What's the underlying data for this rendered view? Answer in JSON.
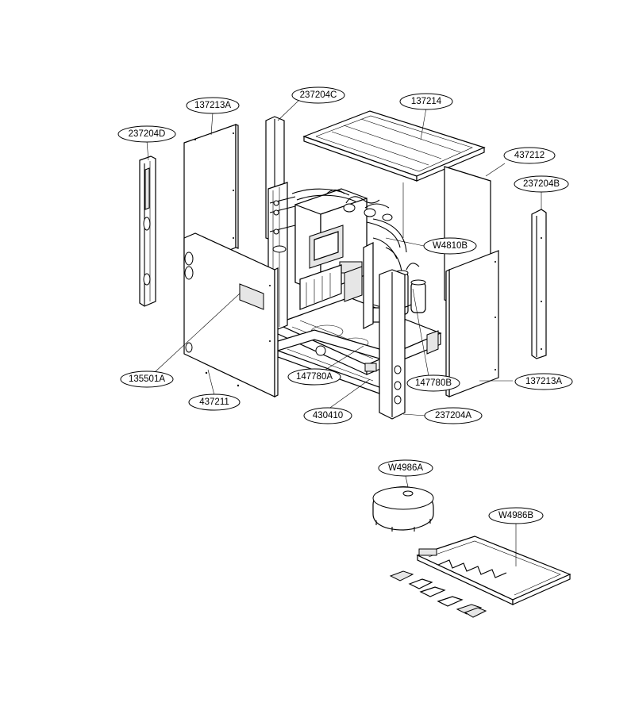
{
  "labels": {
    "p237204C": "237204C",
    "p137214": "137214",
    "p137213A_top": "137213A",
    "p237204D": "237204D",
    "p437212": "437212",
    "p237204B": "237204B",
    "pW4810B": "W4810B",
    "p135501A": "135501A",
    "p147780A": "147780A",
    "p147780B": "147780B",
    "p137213A_right": "137213A",
    "p437211": "437211",
    "p430410": "430410",
    "p237204A": "237204A",
    "pW4986A": "W4986A",
    "pW4986B": "W4986B"
  }
}
